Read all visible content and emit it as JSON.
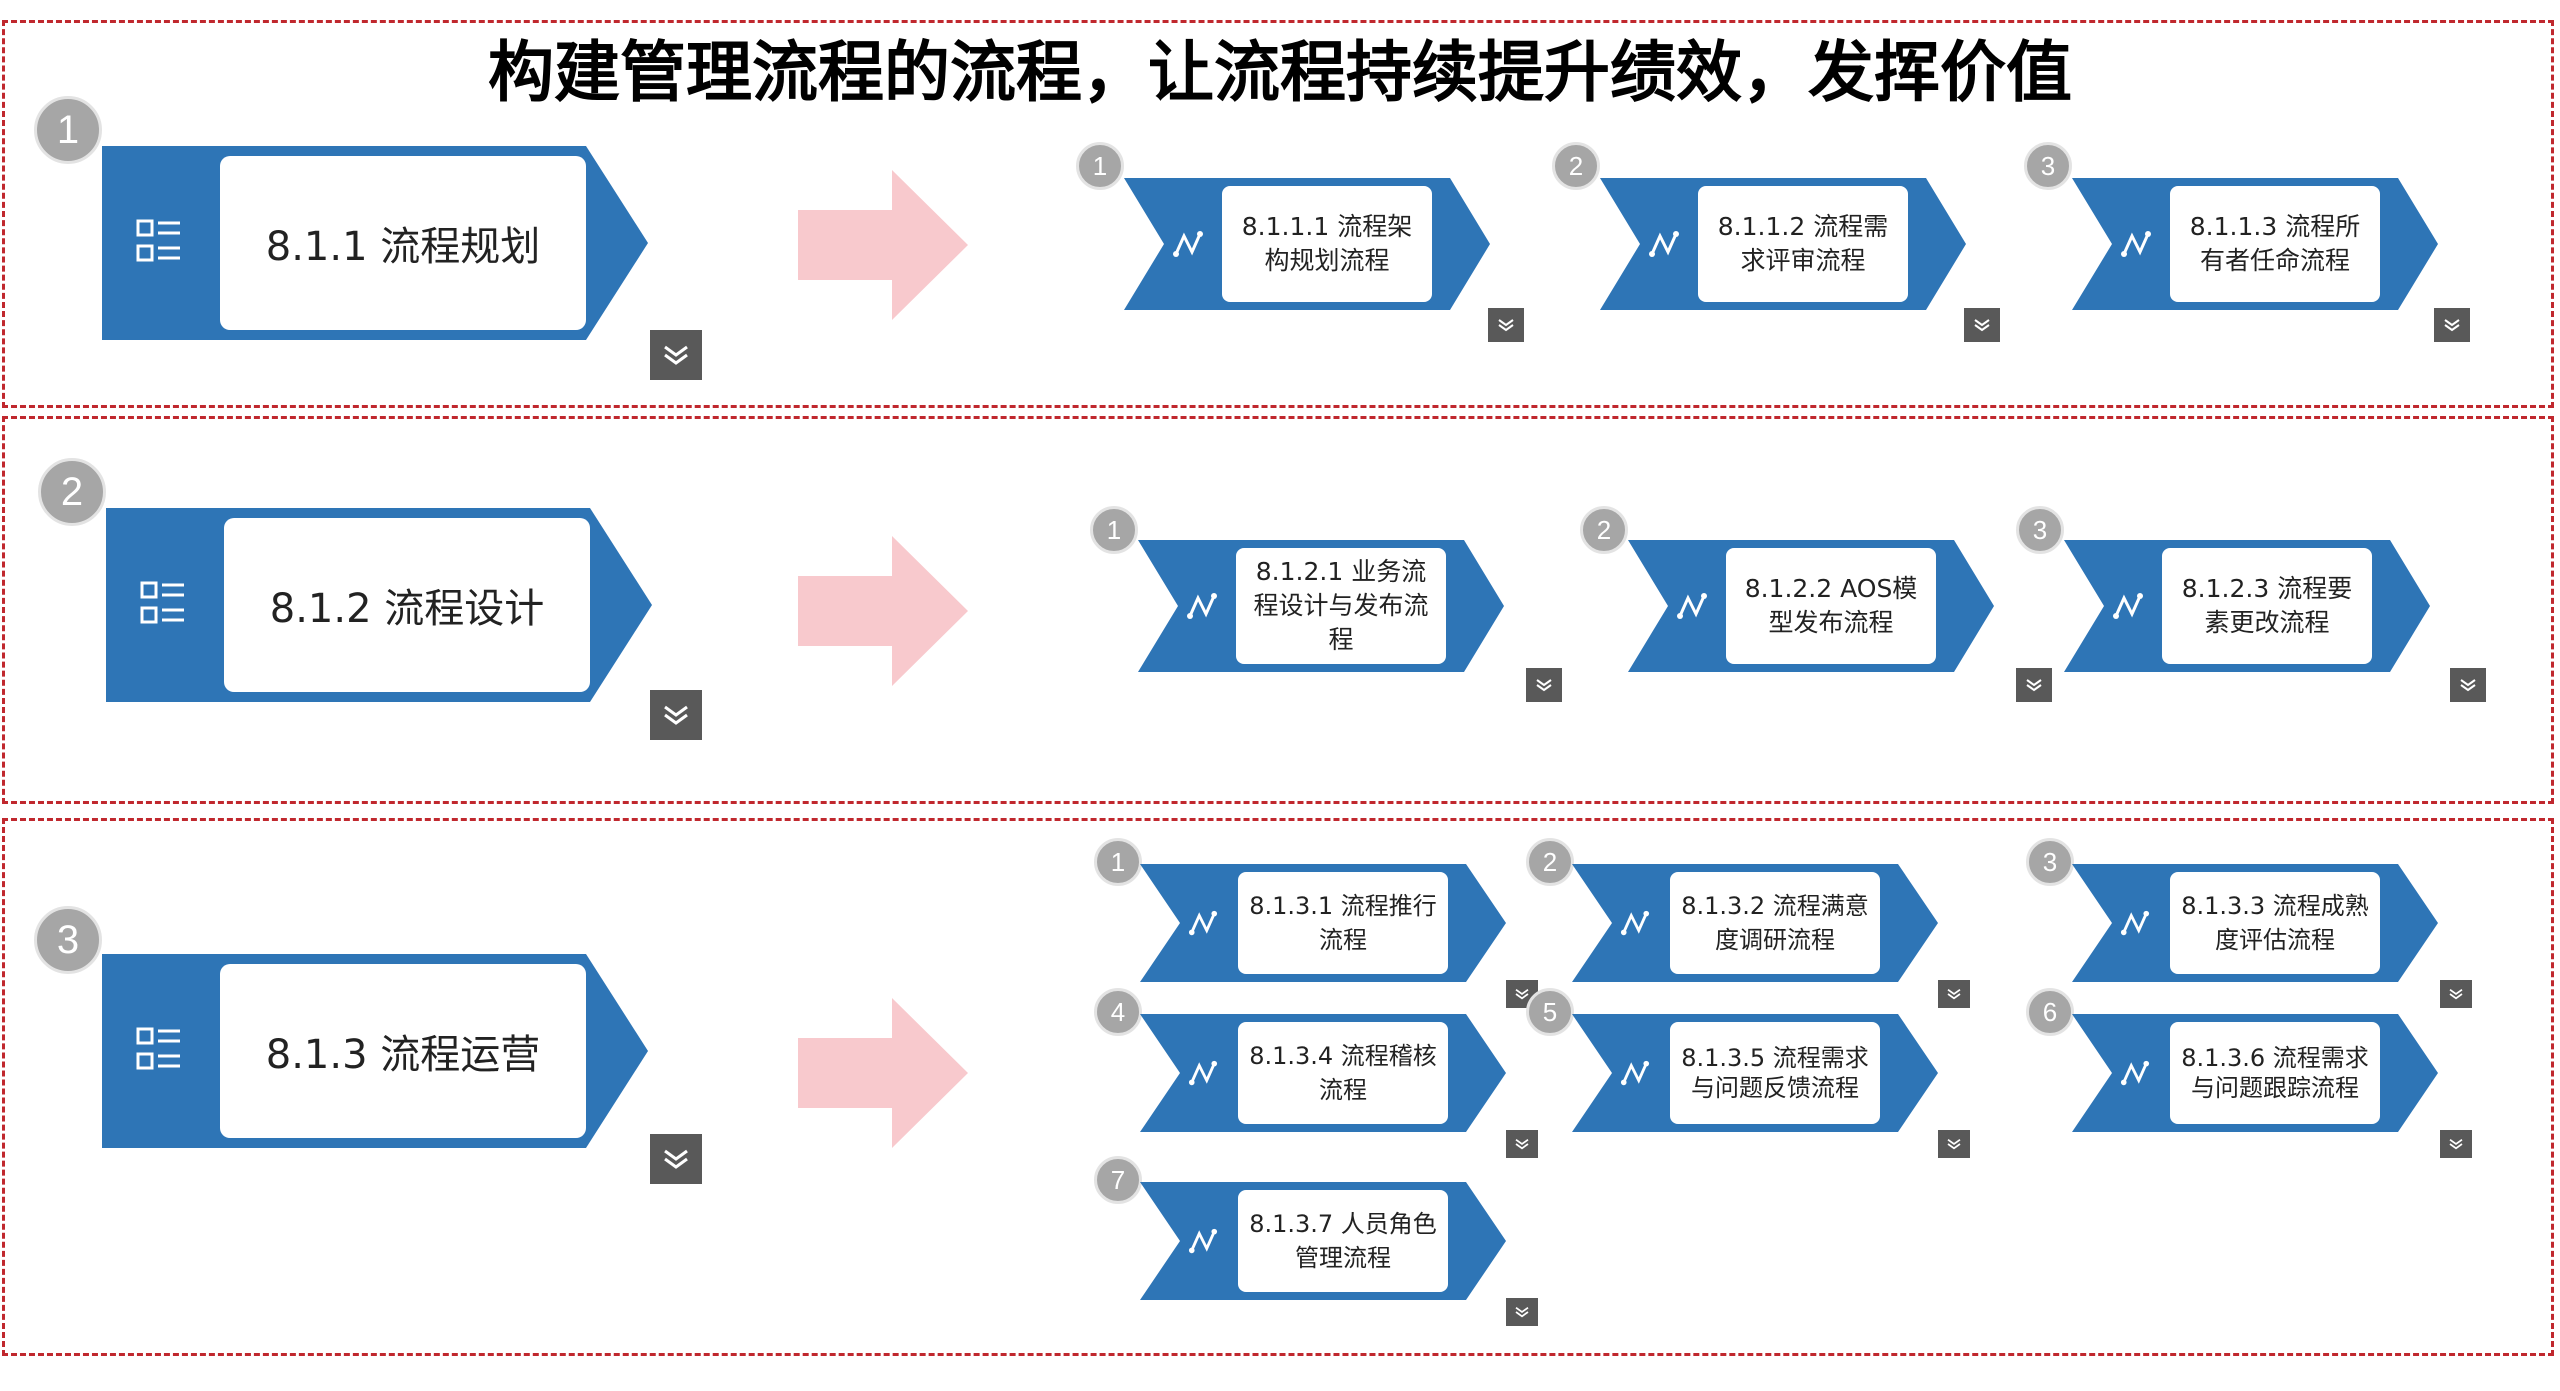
{
  "title": "构建管理流程的流程，让流程持续提升绩效，发挥价值",
  "colors": {
    "box_blue": "#2e75b6",
    "arrow_pink": "#f8c9cd",
    "border_red": "#c0282e",
    "circle_gray": "#a6a6a6",
    "expand_gray": "#595959"
  },
  "icons": {
    "main": "list-icon",
    "sub": "flow-icon",
    "expand": "chevron-double-down-icon"
  },
  "sections": [
    {
      "number": "1",
      "label": "8.1.1 流程规划",
      "items": [
        {
          "number": "1",
          "label": "8.1.1.1 流程架构规划流程"
        },
        {
          "number": "2",
          "label": "8.1.1.2 流程需求评审流程"
        },
        {
          "number": "3",
          "label": "8.1.1.3 流程所有者任命流程"
        }
      ]
    },
    {
      "number": "2",
      "label": "8.1.2 流程设计",
      "items": [
        {
          "number": "1",
          "label": "8.1.2.1 业务流程设计与发布流程"
        },
        {
          "number": "2",
          "label": "8.1.2.2 AOS模型发布流程"
        },
        {
          "number": "3",
          "label": "8.1.2.3 流程要素更改流程"
        }
      ]
    },
    {
      "number": "3",
      "label": "8.1.3 流程运营",
      "items": [
        {
          "number": "1",
          "label": "8.1.3.1 流程推行流程"
        },
        {
          "number": "2",
          "label": "8.1.3.2 流程满意度调研流程"
        },
        {
          "number": "3",
          "label": "8.1.3.3 流程成熟度评估流程"
        },
        {
          "number": "4",
          "label": "8.1.3.4 流程稽核流程"
        },
        {
          "number": "5",
          "label": "8.1.3.5 流程需求与问题反馈流程"
        },
        {
          "number": "6",
          "label": "8.1.3.6 流程需求与问题跟踪流程"
        },
        {
          "number": "7",
          "label": "8.1.3.7 人员角色管理流程"
        }
      ]
    }
  ]
}
